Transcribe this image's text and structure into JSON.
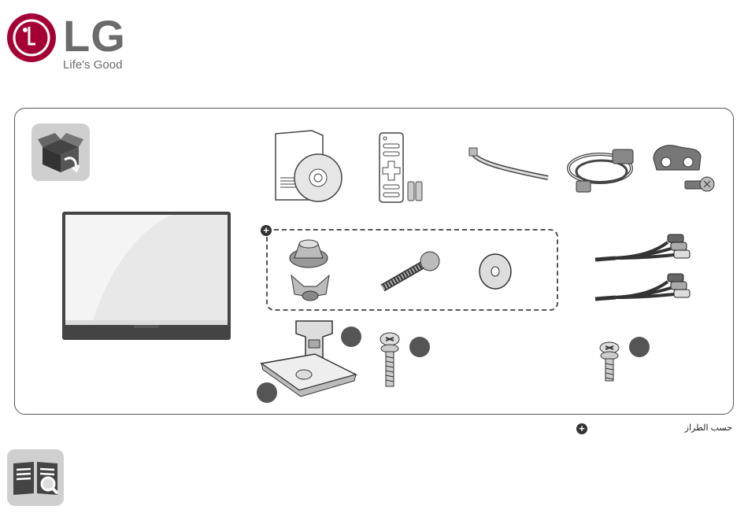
{
  "brand": {
    "name": "LG",
    "tagline": "Life's Good",
    "color": "#a50034"
  },
  "note": {
    "text": "حسب الطراز",
    "symbol": "+"
  },
  "icons": {
    "box": "package-box-icon",
    "manual": "manual-book-icon"
  }
}
